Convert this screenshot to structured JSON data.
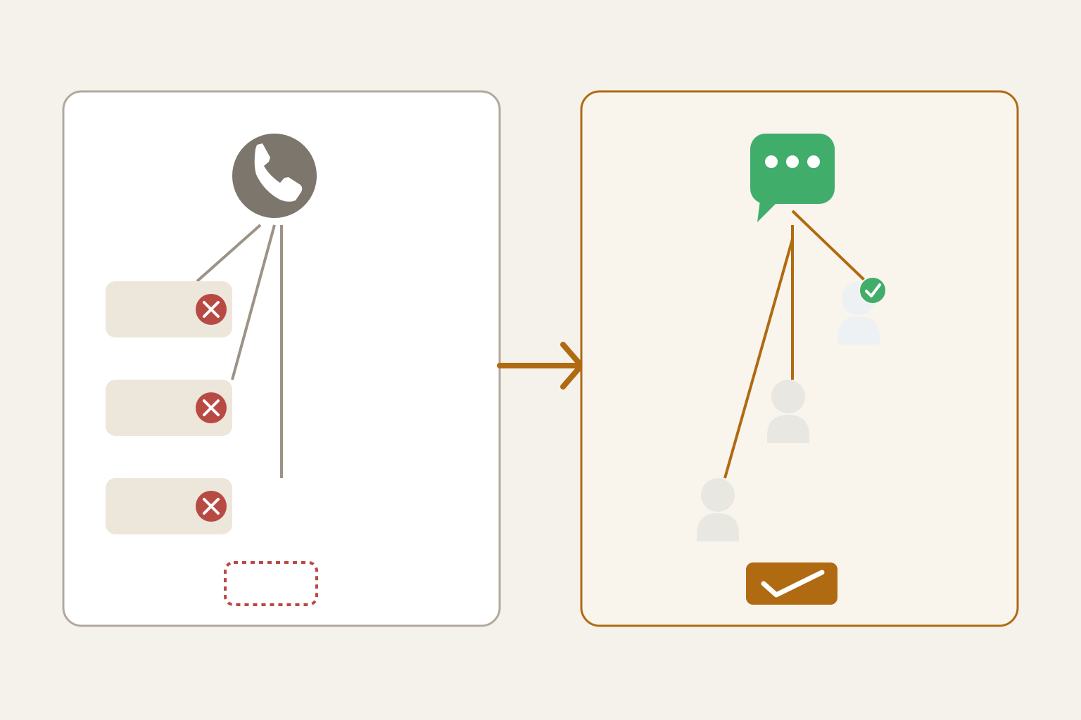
{
  "colors": {
    "page_background": "#f5f2ec",
    "before_panel_fill": "#ffffff",
    "before_panel_border": "#b3a89c",
    "after_panel_fill": "#f9f5ec",
    "after_panel_border": "#b06a12",
    "phone_badge": "#7c766c",
    "failed_slot_fill": "#ede6db",
    "error_red": "#b84a44",
    "connector_gray": "#9c9285",
    "connector_orange": "#b06a12",
    "chat_green": "#41ad6b",
    "person_gray": "#e8e7e1",
    "person_blue": "#edf1f4",
    "success_green": "#41ad6b",
    "confirm_badge": "#b06a12"
  },
  "before_panel": {
    "hub_icon": "phone-icon",
    "attempts": [
      {
        "status": "failed",
        "status_icon": "x-circle-icon"
      },
      {
        "status": "failed",
        "status_icon": "x-circle-icon"
      },
      {
        "status": "failed",
        "status_icon": "x-circle-icon"
      }
    ],
    "unresolved_slot": {
      "style": "dashed",
      "state": "empty"
    }
  },
  "transition": {
    "icon": "arrow-right-icon"
  },
  "after_panel": {
    "hub_icon": "chat-bubble-icon",
    "recipients": [
      {
        "icon": "person-icon",
        "status": "none"
      },
      {
        "icon": "person-icon",
        "status": "none"
      },
      {
        "icon": "person-icon",
        "status": "reached",
        "status_icon": "check-circle-icon"
      }
    ],
    "result_icon": "checkmark-icon"
  }
}
